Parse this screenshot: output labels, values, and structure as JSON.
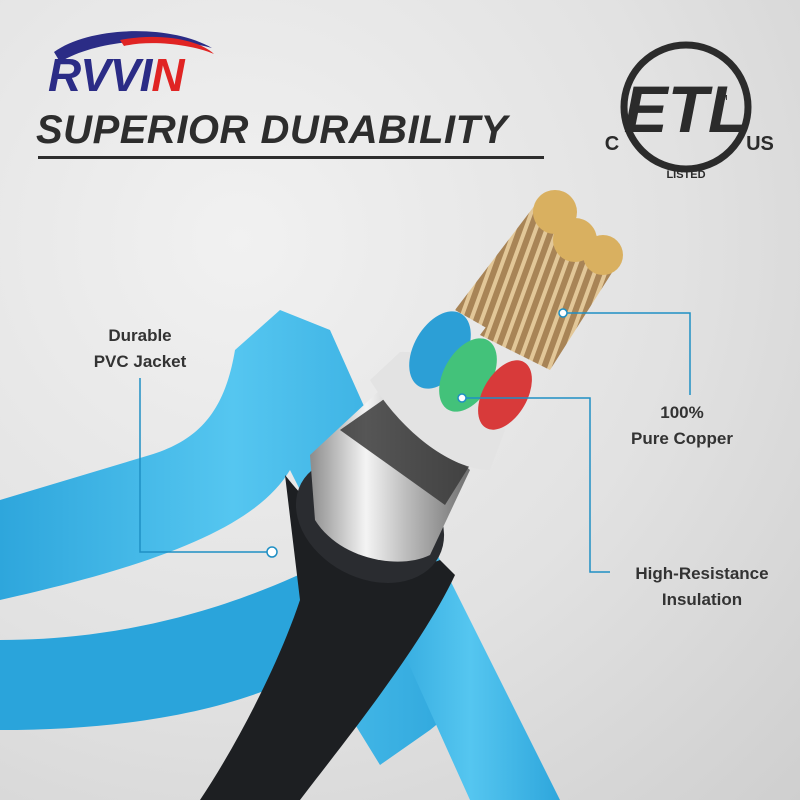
{
  "brand": {
    "logo_main": "RVVI",
    "logo_end": "N"
  },
  "header": {
    "title": "SUPERIOR DURABILITY"
  },
  "certification": {
    "mark": "ETL",
    "left_letter": "C",
    "right_letters": "US",
    "bottom_text": "LISTED",
    "superscript": "CM"
  },
  "callouts": {
    "pvc_jacket": {
      "line1": "Durable",
      "line2": "PVC Jacket"
    },
    "copper": {
      "line1": "100%",
      "line2": "Pure Copper"
    },
    "insulation": {
      "line1": "High-Resistance",
      "line2": "Insulation"
    }
  },
  "colors": {
    "cable_blue": "#3fb7e6",
    "jacket_black": "#1d1f22",
    "callout_line": "#1f8fc4",
    "copper": "#b08d5a",
    "insulation_blue": "#2c9fd6",
    "insulation_green": "#43c27a",
    "insulation_red": "#d83a3a",
    "logo_blue": "#2b2c86",
    "logo_red": "#e02423"
  },
  "icons": [
    "logo-swoosh-icon",
    "etl-listed-icon"
  ]
}
